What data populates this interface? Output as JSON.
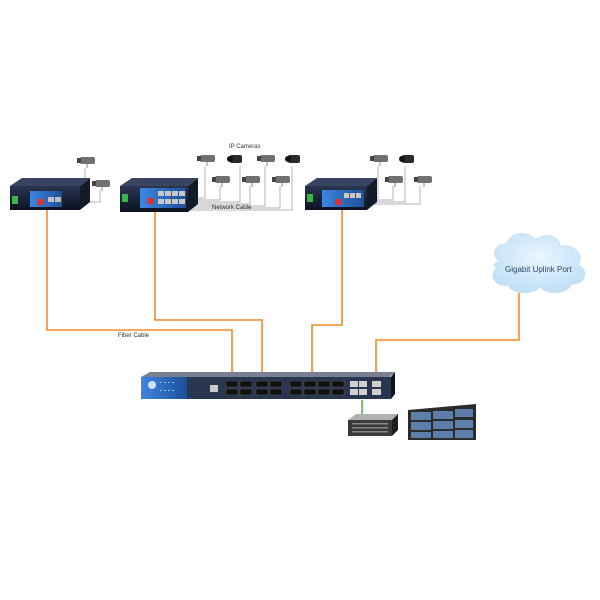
{
  "labels": {
    "ip_cameras": "IP Cameras",
    "network_cable": "Network Cable",
    "fiber_cable": "Fiber Cable",
    "uplink": "Gigabit Uplink Port"
  },
  "colors": {
    "fiber": "#f08a2c",
    "network": "#9a9a9a",
    "device_body": "#1c2a4a",
    "device_blue": "#2e6fc6",
    "cloud": "#d6ecfb",
    "monitor_link": "#4cb84c"
  },
  "icons": [
    "switch-icon",
    "camera-icon",
    "cloud-icon",
    "nvr-icon",
    "monitor-wall-icon",
    "core-switch-icon"
  ]
}
